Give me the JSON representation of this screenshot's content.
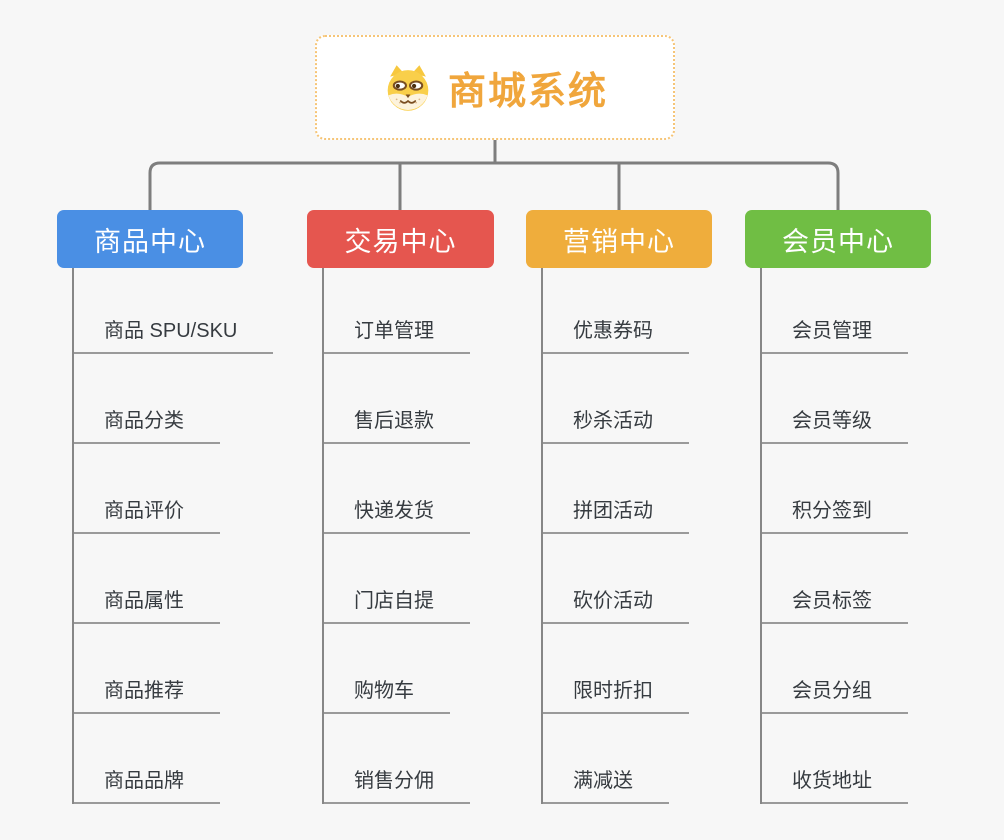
{
  "root": {
    "title": "商城系统",
    "icon": "dog-face-icon"
  },
  "branches": [
    {
      "id": "product",
      "label": "商品中心",
      "color": "#4a8fe4",
      "items": [
        "商品 SPU/SKU",
        "商品分类",
        "商品评价",
        "商品属性",
        "商品推荐",
        "商品品牌"
      ]
    },
    {
      "id": "trade",
      "label": "交易中心",
      "color": "#e5564f",
      "items": [
        "订单管理",
        "售后退款",
        "快递发货",
        "门店自提",
        "购物车",
        "销售分佣"
      ]
    },
    {
      "id": "marketing",
      "label": "营销中心",
      "color": "#efad3c",
      "items": [
        "优惠券码",
        "秒杀活动",
        "拼团活动",
        "砍价活动",
        "限时折扣",
        "满减送"
      ]
    },
    {
      "id": "member",
      "label": "会员中心",
      "color": "#70be44",
      "items": [
        "会员管理",
        "会员等级",
        "积分签到",
        "会员标签",
        "会员分组",
        "收货地址"
      ]
    }
  ],
  "colors": {
    "background": "#f7f7f7",
    "connector": "#7e7e7e",
    "underline": "#9a9a9a",
    "item_text": "#363b40",
    "root_text": "#f0a63c",
    "root_border": "#f6c577"
  }
}
